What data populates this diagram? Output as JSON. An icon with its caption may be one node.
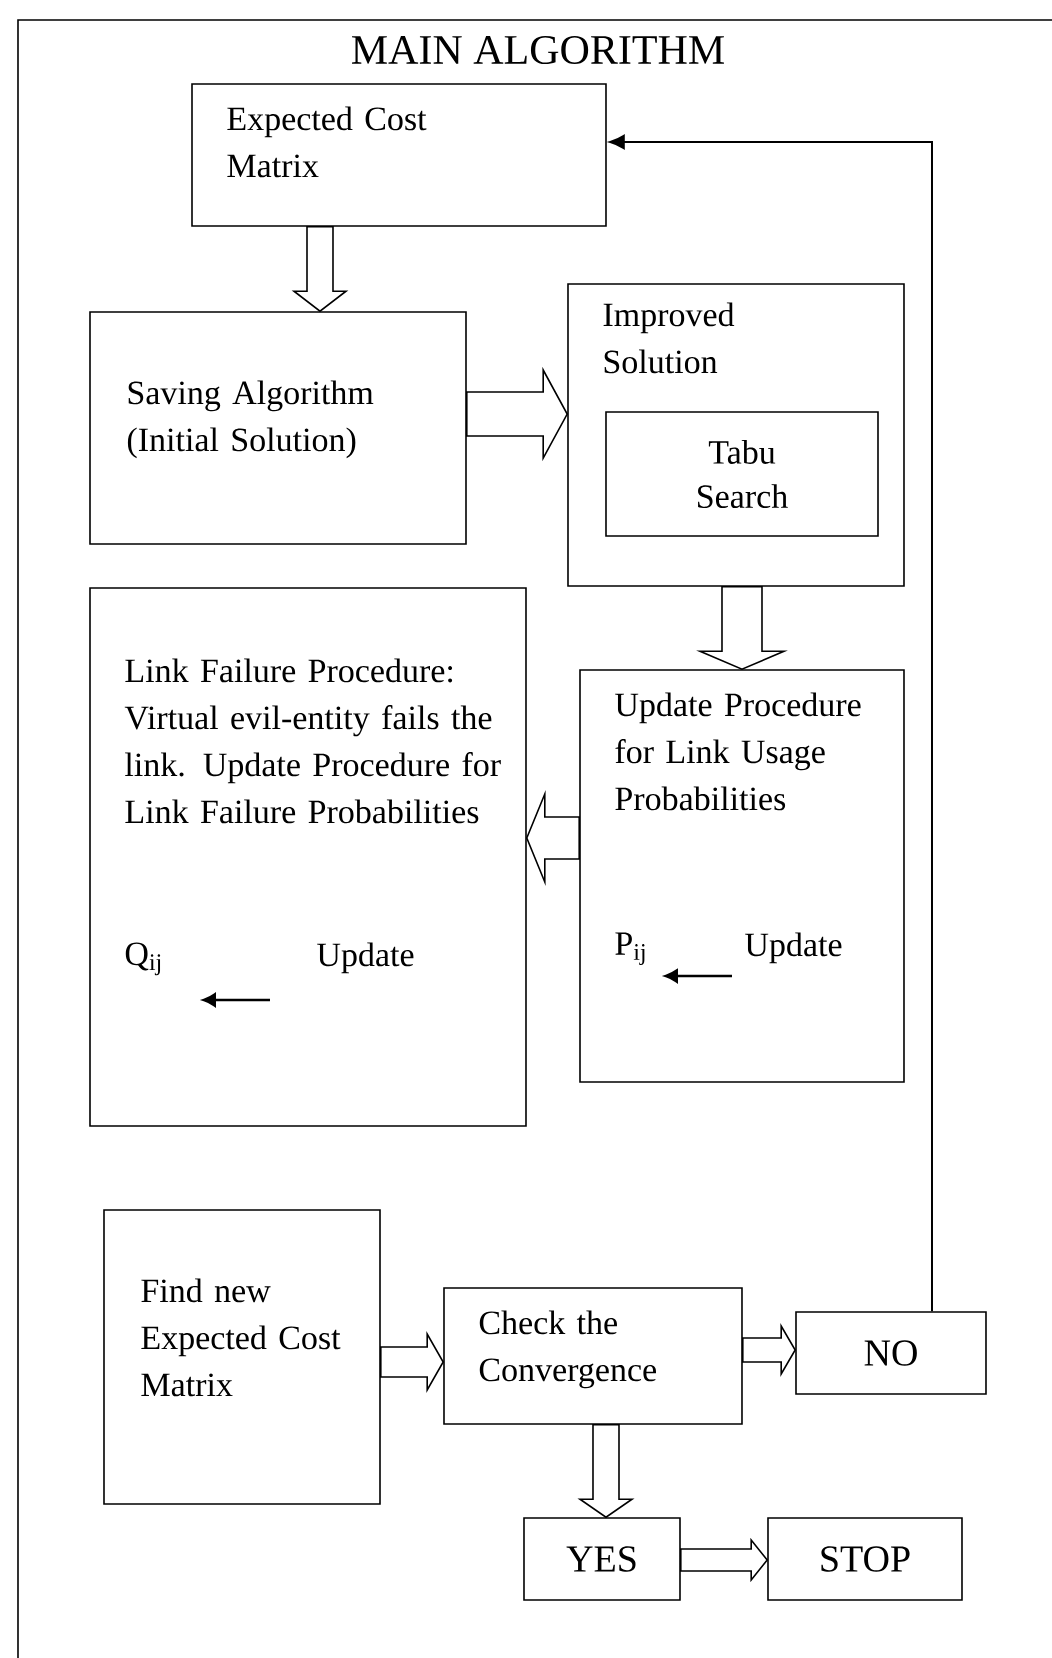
{
  "diagram": {
    "title": "MAIN ALGORITHM",
    "nodes": [
      {
        "text": [
          "Expected Cost Matrix"
        ]
      },
      {
        "text": [
          "Saving Algorithm (Initial Solution)"
        ]
      },
      {
        "text": [
          "Improved Solution"
        ]
      },
      {
        "text": [
          "Tabu Search"
        ],
        "in": 2
      },
      {
        "text": [
          "Link Failure Procedure: Virtual evil-entity fails the link. Update Procedure for Link Failure Probabilities",
          "Q$_{ij}$",
          "Update"
        ]
      },
      {
        "text": [
          "Update Procedure for Link Usage Probabilities",
          "P$_{ij}$",
          "Update"
        ]
      },
      {
        "text": [
          "Find new Expected Cost Matrix"
        ]
      },
      {
        "text": [
          "Check the Convergence"
        ]
      },
      {
        "text": [
          "NO"
        ]
      },
      {
        "text": [
          "YES"
        ]
      },
      {
        "text": [
          "STOP"
        ]
      }
    ],
    "edges": [
      {
        "from": 0,
        "to": 1,
        "arrow": "to"
      },
      {
        "from": 1,
        "to": 2,
        "arrow": "to"
      },
      {
        "from": 2,
        "to": 5,
        "arrow": "to"
      },
      {
        "from": 5,
        "to": 4,
        "arrow": "to"
      },
      {
        "from": 6,
        "to": 7,
        "arrow": "to"
      },
      {
        "from": 7,
        "to": 8,
        "arrow": "to"
      },
      {
        "from": 7,
        "to": 9,
        "arrow": "to"
      },
      {
        "from": 9,
        "to": 10,
        "arrow": "to"
      },
      {
        "from": 8,
        "to": 0,
        "arrow": "to"
      }
    ]
  }
}
